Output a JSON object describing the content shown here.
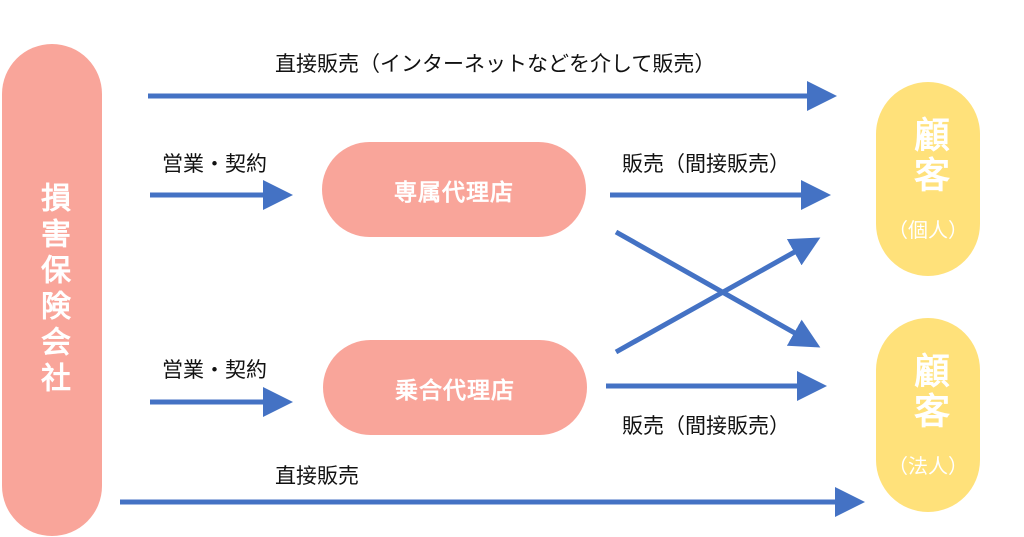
{
  "insurer": {
    "label": "損害保険会社"
  },
  "agents": {
    "exclusive": {
      "label": "専属代理店"
    },
    "multi": {
      "label": "乗合代理店"
    }
  },
  "customers": {
    "individual": {
      "title": "顧客",
      "sub": "（個人）"
    },
    "corporate": {
      "title": "顧客",
      "sub": "（法人）"
    }
  },
  "labels": {
    "direct_top": "直接販売（インターネットなどを介して販売）",
    "sales_contract_1": "営業・契約",
    "sales_contract_2": "営業・契約",
    "indirect_1": "販売（間接販売）",
    "indirect_2": "販売（間接販売）",
    "direct_bottom": "直接販売"
  },
  "colors": {
    "insurer_fill": "#f9a59a",
    "agent_fill": "#f9a59a",
    "customer_fill": "#ffe17a",
    "arrow": "#4472c4",
    "node_text": "#ffffff"
  }
}
